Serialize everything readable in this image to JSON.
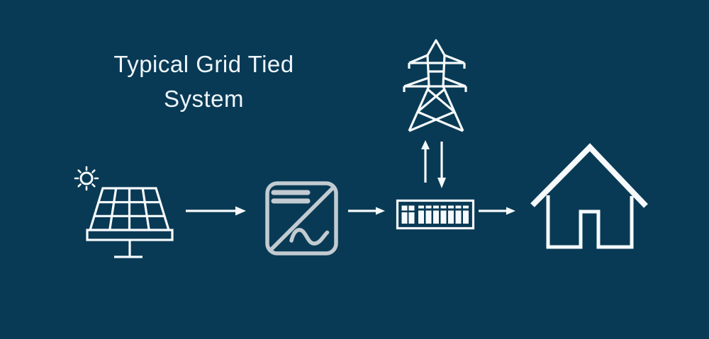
{
  "title": {
    "line1": "Typical Grid Tied",
    "line2": "System"
  },
  "colors": {
    "background": "#093a55",
    "icon": "#f6fafc",
    "inverter_icon": "#c2cbd1",
    "title_text": "#eef6fa"
  },
  "diagram": {
    "nodes": [
      {
        "id": "solar-panel",
        "icon": "solar-panel-with-sun-icon"
      },
      {
        "id": "inverter",
        "icon": "inverter-icon"
      },
      {
        "id": "breaker-panel",
        "icon": "breaker-panel-icon"
      },
      {
        "id": "transmission-tower",
        "icon": "transmission-tower-icon"
      },
      {
        "id": "house",
        "icon": "house-icon"
      }
    ],
    "flows": [
      {
        "from": "solar-panel",
        "to": "inverter",
        "style": "arrow-right"
      },
      {
        "from": "inverter",
        "to": "breaker-panel",
        "style": "arrow-right"
      },
      {
        "from": "breaker-panel",
        "to": "house",
        "style": "arrow-right"
      },
      {
        "from": "breaker-panel",
        "to": "transmission-tower",
        "style": "arrows-up-down"
      }
    ]
  }
}
